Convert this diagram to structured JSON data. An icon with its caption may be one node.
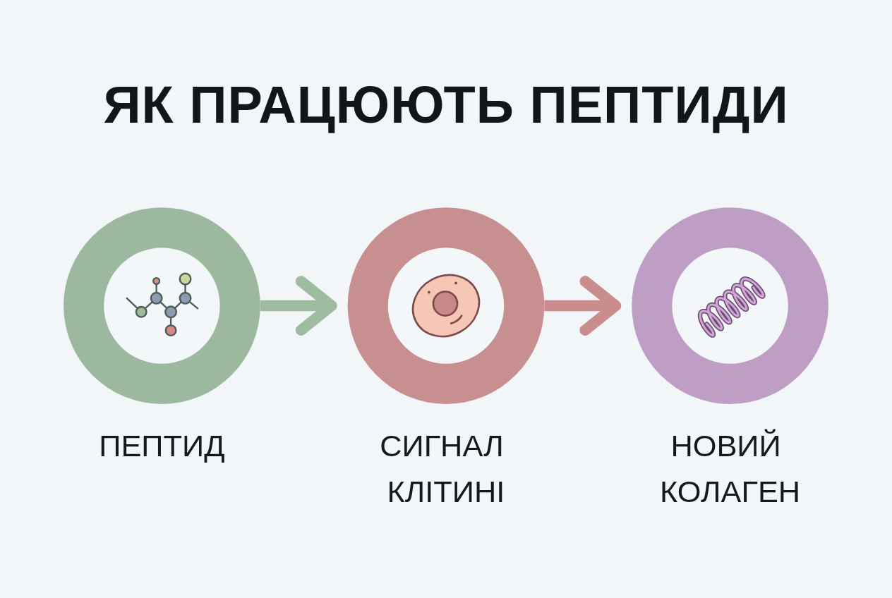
{
  "diagram": {
    "title": "ЯК ПРАЦЮЮТЬ ПЕПТИДИ",
    "nodes": [
      {
        "text": [
          "ПЕПТИД"
        ]
      },
      {
        "text": [
          "СИГНАЛ КЛІТИНІ"
        ]
      },
      {
        "text": [
          "НОВИЙ КОЛАГЕН"
        ]
      }
    ],
    "edges": [
      {
        "from": 0,
        "to": 1,
        "arrow": "to",
        "color": "#9dbca2"
      },
      {
        "from": 1,
        "to": 2,
        "arrow": "to",
        "color": "#c98d8e"
      }
    ]
  }
}
